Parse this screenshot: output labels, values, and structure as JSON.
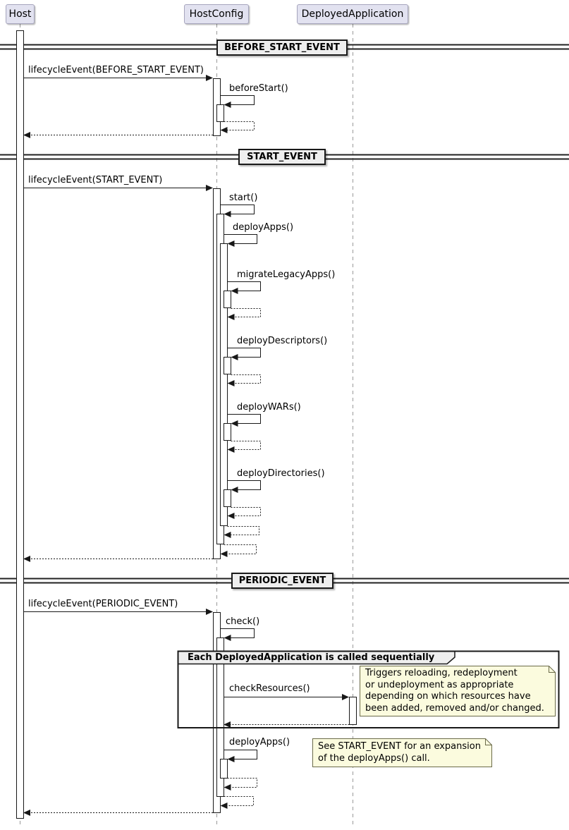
{
  "participants": [
    {
      "label": "Host"
    },
    {
      "label": "HostConfig"
    },
    {
      "label": "DeployedApplication"
    }
  ],
  "dividers": [
    {
      "label": "BEFORE_START_EVENT"
    },
    {
      "label": "START_EVENT"
    },
    {
      "label": "PERIODIC_EVENT"
    }
  ],
  "messages": {
    "lifecycle_before_start": "lifecycleEvent(BEFORE_START_EVENT)",
    "before_start": "beforeStart()",
    "lifecycle_start": "lifecycleEvent(START_EVENT)",
    "start": "start()",
    "deploy_apps": "deployApps()",
    "migrate_legacy_apps": "migrateLegacyApps()",
    "deploy_descriptors": "deployDescriptors()",
    "deploy_wars": "deployWARs()",
    "deploy_directories": "deployDirectories()",
    "lifecycle_periodic": "lifecycleEvent(PERIODIC_EVENT)",
    "check": "check()",
    "check_resources": "checkResources()",
    "deploy_apps_periodic": "deployApps()"
  },
  "group": {
    "title": "Each DeployedApplication is called sequentially"
  },
  "notes": [
    {
      "lines": [
        "Triggers reloading, redeployment",
        "or undeployment as appropriate",
        "depending on which resources have",
        "been added, removed and/or changed."
      ]
    },
    {
      "lines": [
        "See START_EVENT for an expansion",
        "of the deployApps() call."
      ]
    }
  ],
  "colors": {
    "participant_fill": "#E2E2F0",
    "participant_border": "#A6A5BD",
    "divider_fill": "#EEEEEE",
    "group_header_fill": "#EEEEEE",
    "note_fill": "#FBFBDE",
    "line": "#181818",
    "lifeline": "#999999",
    "background": "#FFFFFF"
  }
}
